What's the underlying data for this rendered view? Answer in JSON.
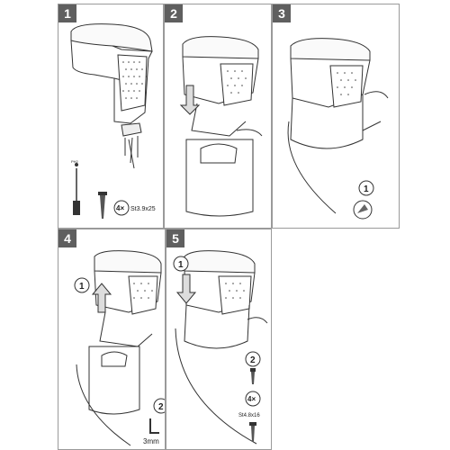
{
  "panels": [
    {
      "number": "1"
    },
    {
      "number": "2"
    },
    {
      "number": "3"
    },
    {
      "number": "4"
    },
    {
      "number": "5"
    }
  ],
  "step1": {
    "qty": "4×",
    "screw_spec": "St3.9x25",
    "tool_label": "PH2"
  },
  "step3": {
    "callout": "1"
  },
  "step4": {
    "callout_1": "1",
    "callout_2": "2",
    "allen_size": "3mm"
  },
  "step5": {
    "callout_1": "1",
    "callout_2": "2",
    "qty": "4×",
    "screw_spec": "St4.8x16"
  },
  "colors": {
    "badge": "#5f5f5f",
    "line": "#333333",
    "panel_border": "#9a9a9a"
  }
}
